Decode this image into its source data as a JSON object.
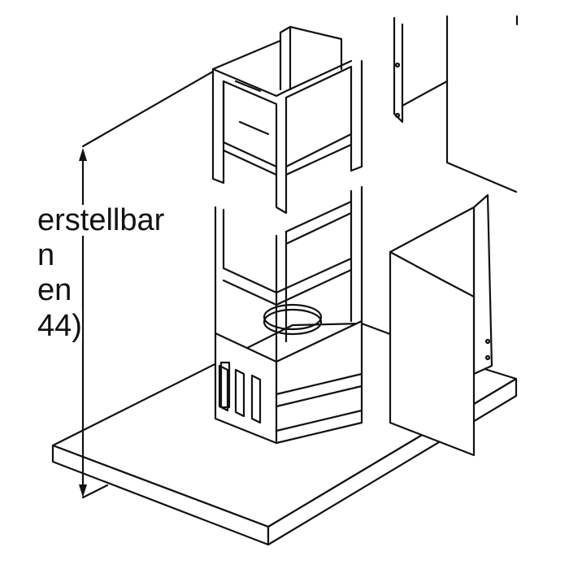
{
  "labels": {
    "line1": "erstellbar",
    "line2": "n",
    "line3": "en",
    "line4": "44)"
  },
  "colors": {
    "line": "#111111",
    "background": "#ffffff"
  }
}
